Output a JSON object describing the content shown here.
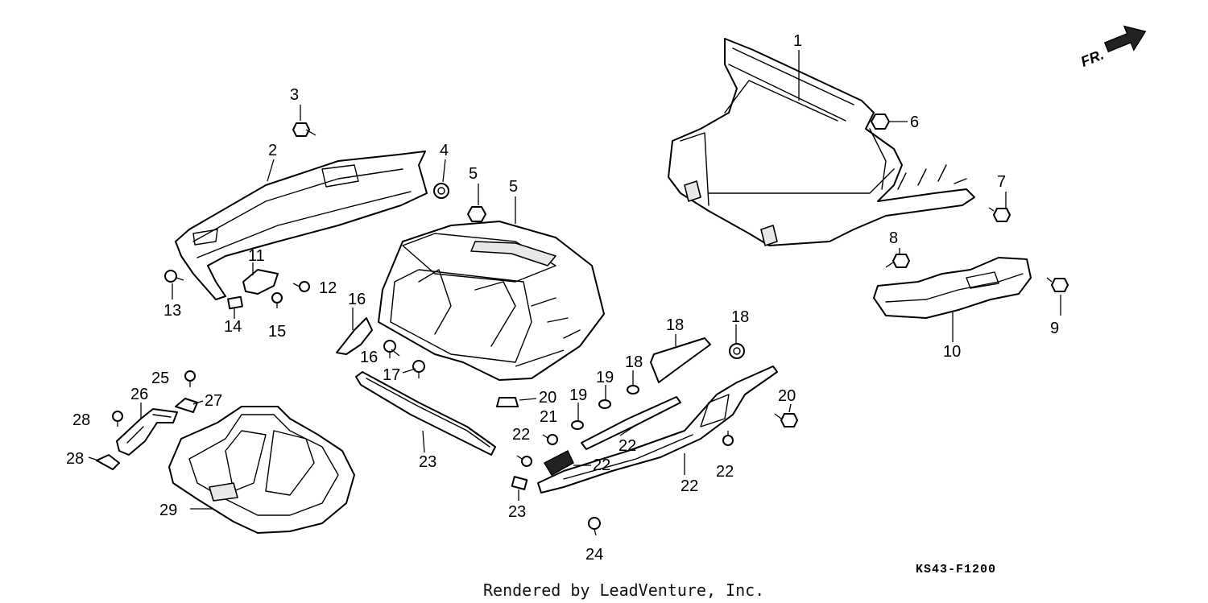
{
  "diagram_code": "KS43-F1200",
  "credit": "Rendered by LeadVenture, Inc.",
  "direction_label": "FR.",
  "callouts": [
    "1",
    "2",
    "3",
    "4",
    "5",
    "5",
    "6",
    "7",
    "8",
    "9",
    "10",
    "11",
    "12",
    "13",
    "14",
    "15",
    "16",
    "16",
    "17",
    "18",
    "18",
    "18",
    "19",
    "19",
    "20",
    "20",
    "21",
    "22",
    "22",
    "22",
    "22",
    "22",
    "23",
    "23",
    "24",
    "25",
    "26",
    "27",
    "28",
    "28",
    "29"
  ],
  "icons": {
    "direction": "front-arrow-icon"
  }
}
